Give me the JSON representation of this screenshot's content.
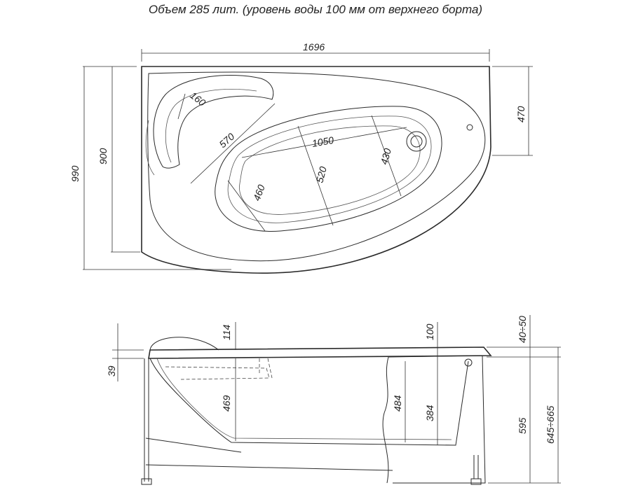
{
  "title": "Объем 285 лит. (уровень воды 100 мм от верхнего борта)",
  "top_view": {
    "dims": {
      "overall_length": "1696",
      "seat_width": "160",
      "seat_length": "570",
      "bottom_length": "1050",
      "bottom_width_mid": "520",
      "bottom_width_right": "430",
      "bottom_width_left": "460",
      "overall_depth": "990",
      "inner_depth": "900",
      "right_side_depth": "470"
    }
  },
  "side_view": {
    "dims": {
      "seat_height_offset": "114",
      "water_level_offset": "100",
      "rim_step": "39",
      "leg_adjust": "40÷50",
      "depth_under_seat": "469",
      "depth_mid": "484",
      "depth_front": "384",
      "panel_height": "595",
      "total_height": "645÷665"
    }
  }
}
